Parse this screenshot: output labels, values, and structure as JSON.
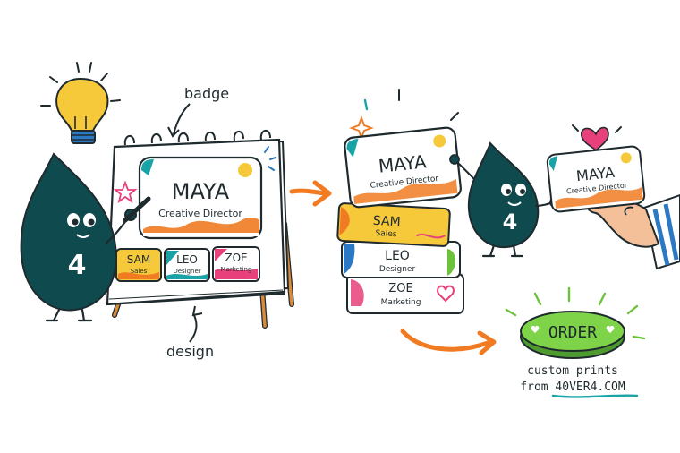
{
  "colors": {
    "ink": "#1f2a2e",
    "mascot": "#0f4a4f",
    "orange": "#f07b22",
    "yellow": "#f6c93a",
    "teal": "#1aa3a6",
    "pink": "#e8407a",
    "green": "#6cc23a",
    "blue": "#2b78c4",
    "order_green": "#7ed348"
  },
  "labels": {
    "badge": "badge",
    "design": "design"
  },
  "mascot": {
    "number": "4"
  },
  "easel_badge": {
    "name": "MAYA",
    "title": "Creative Director"
  },
  "easel_small_badges": [
    {
      "name": "SAM",
      "role": "Sales"
    },
    {
      "name": "LEO",
      "role": "Designer"
    },
    {
      "name": "ZOE",
      "role": "Marketing"
    }
  ],
  "stack_badges": [
    {
      "name": "MAYA",
      "role": "Creative Director"
    },
    {
      "name": "SAM",
      "role": "Sales"
    },
    {
      "name": "LEO",
      "role": "Designer"
    },
    {
      "name": "ZOE",
      "role": "Marketing"
    }
  ],
  "handoff_badge": {
    "name": "MAYA",
    "title": "Creative Director"
  },
  "cta": {
    "button": "ORDER",
    "line1": "custom prints",
    "line2": "from 40VER4.COM"
  }
}
